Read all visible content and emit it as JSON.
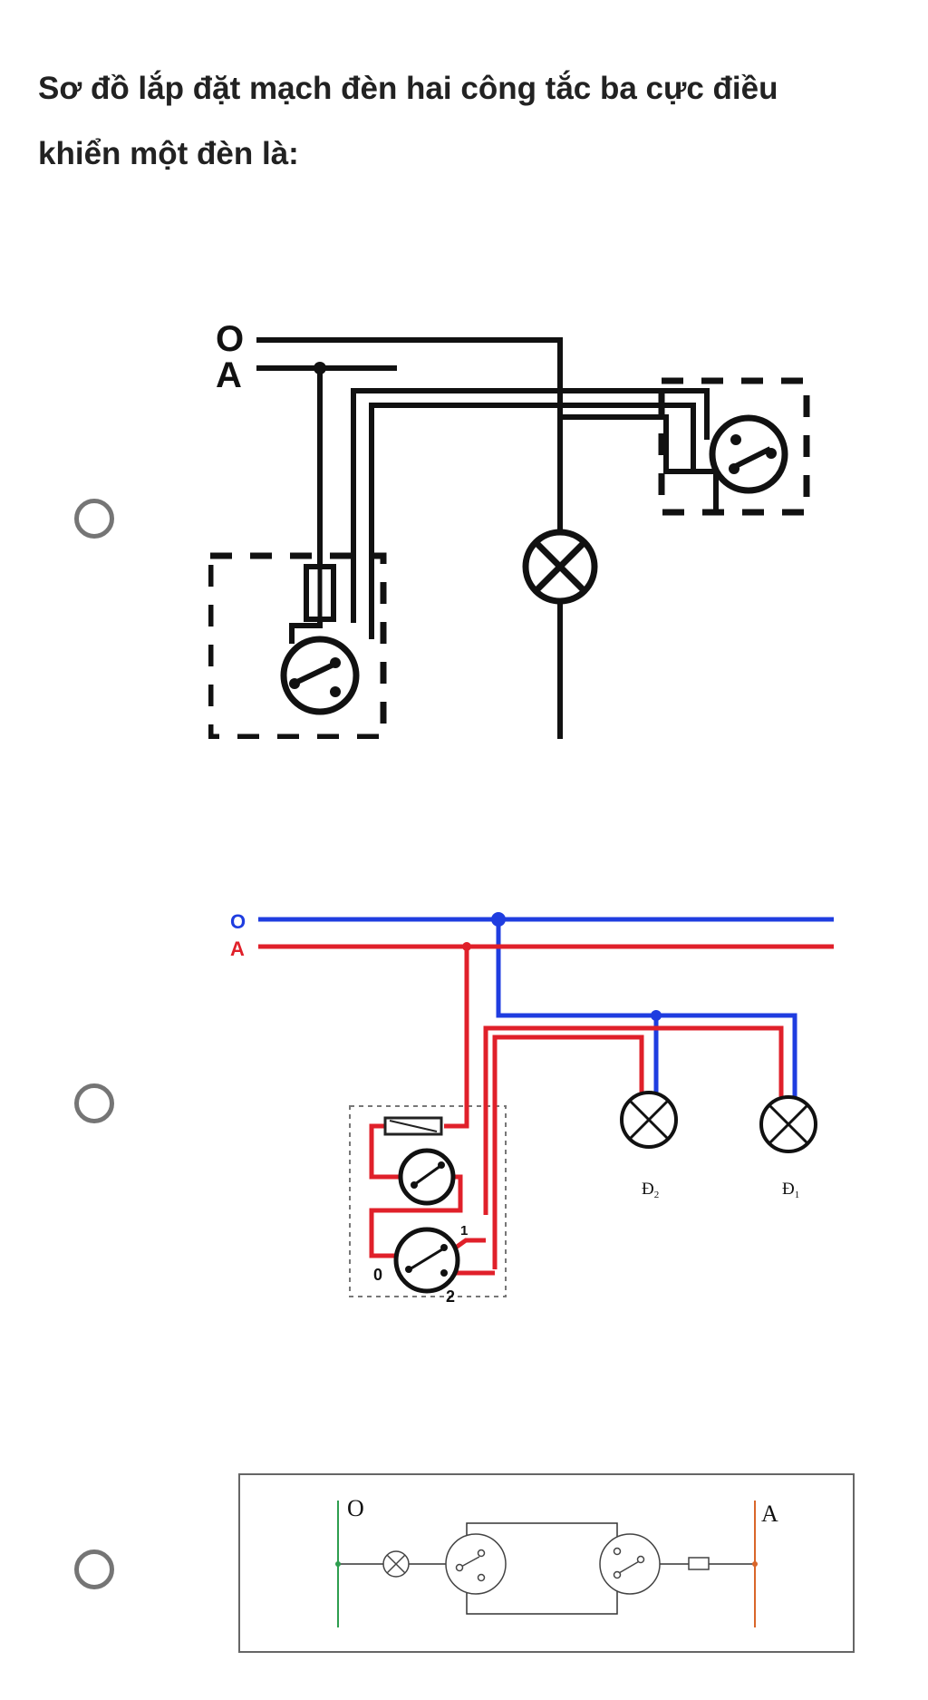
{
  "question": {
    "line1": "Sơ đồ lắp đặt mạch đèn hai công tắc ba cực điều",
    "line2": "khiển một đèn là:"
  },
  "options": [
    {
      "labels": {
        "neutral": "O",
        "phase": "A"
      }
    },
    {
      "labels": {
        "neutral": "O",
        "phase": "A",
        "lamp_2": "Đ",
        "lamp_2_sub": "2",
        "lamp_1": "Đ",
        "lamp_1_sub": "1",
        "term_0": "0",
        "term_1": "1",
        "term_2": "2"
      }
    },
    {
      "labels": {
        "neutral": "O",
        "phase": "A"
      }
    }
  ],
  "colors": {
    "radio_border": "#757575",
    "wire_black": "#111111",
    "wire_blue": "#1f3de0",
    "wire_red": "#e0202a",
    "wire_green": "#2e9e4f",
    "wire_orange": "#d9662a",
    "panel_border": "#666666"
  },
  "icons": [
    "radio-circle",
    "lamp-icon",
    "switch-icon",
    "fuse-icon"
  ]
}
